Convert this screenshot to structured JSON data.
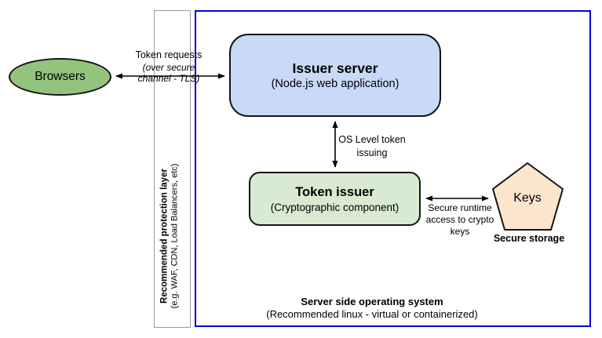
{
  "diagram": {
    "nodes": {
      "browsers": {
        "label": "Browsers"
      },
      "issuer_server": {
        "title": "Issuer server",
        "subtitle": "(Node.js web application)"
      },
      "token_issuer": {
        "title": "Token issuer",
        "subtitle": "(Cryptographic component)"
      },
      "keys": {
        "label": "Keys",
        "caption": "Secure storage"
      },
      "protection_layer": {
        "title": "Recommended protection layer",
        "subtitle": "(e.g. WAF, CDN, Load Balancers, etc)"
      },
      "operating_system": {
        "title": "Server side operating system",
        "subtitle": "(Recommended linux - virtual or containerized)"
      }
    },
    "edges": {
      "token_requests": {
        "label": "Token requests",
        "sublabel": "(over secure\nchannel - TLS)"
      },
      "os_token_issuing": {
        "label": "OS Level token\nissuing"
      },
      "secure_runtime": {
        "label": "Secure runtime\naccess to crypto\nkeys"
      }
    },
    "colors": {
      "browsers_fill": "#93c47d",
      "issuer_server_fill": "#c9daf8",
      "token_issuer_fill": "#d9ead3",
      "keys_fill": "#fce5cd",
      "os_boundary_border": "#0000e0",
      "protection_border": "#999999",
      "shape_stroke": "#000000"
    }
  }
}
